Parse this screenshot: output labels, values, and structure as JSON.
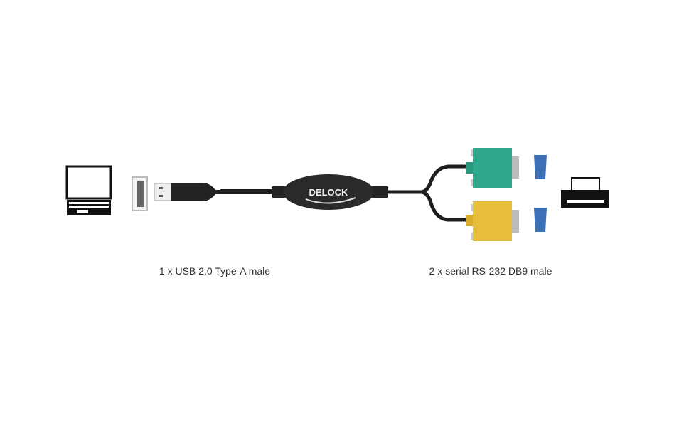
{
  "brand_logo": "DELOCK",
  "labels": {
    "usb": "1 x USB 2.0 Type-A male",
    "serial": "2 x serial RS-232 DB9 male"
  },
  "colors": {
    "cable": "#1e1e1e",
    "connector_green": "#2fa98c",
    "connector_yellow": "#e6be3c",
    "db9_port": "#3b6fb6"
  }
}
